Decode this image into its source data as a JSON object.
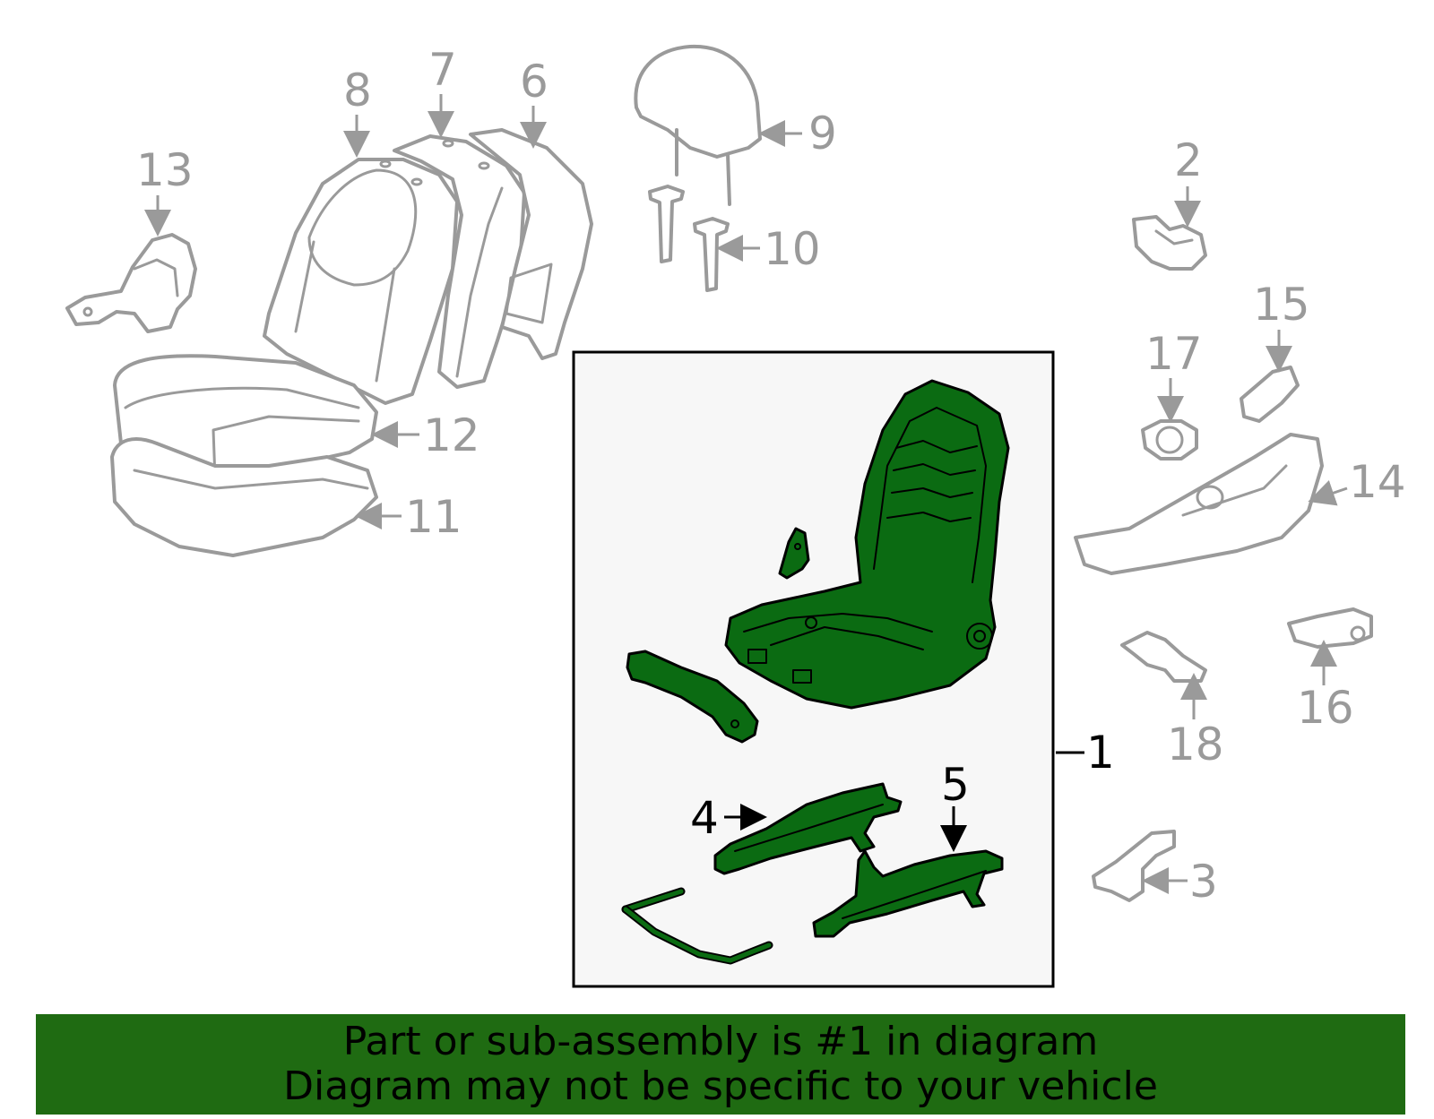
{
  "callouts": {
    "c1": "1",
    "c2": "2",
    "c3": "3",
    "c4": "4",
    "c5": "5",
    "c6": "6",
    "c7": "7",
    "c8": "8",
    "c9": "9",
    "c10": "10",
    "c11": "11",
    "c12": "12",
    "c13": "13",
    "c14": "14",
    "c15": "15",
    "c16": "16",
    "c17": "17",
    "c18": "18"
  },
  "banner": {
    "line1": "Part or sub-assembly is #1 in diagram",
    "line2": "Diagram may not be specific to your vehicle"
  },
  "colors": {
    "highlight_part": "#0b6b12",
    "banner_bg": "#1f6b12",
    "gray_parts": "#9a9a9a",
    "box_bg": "#f7f7f7"
  }
}
